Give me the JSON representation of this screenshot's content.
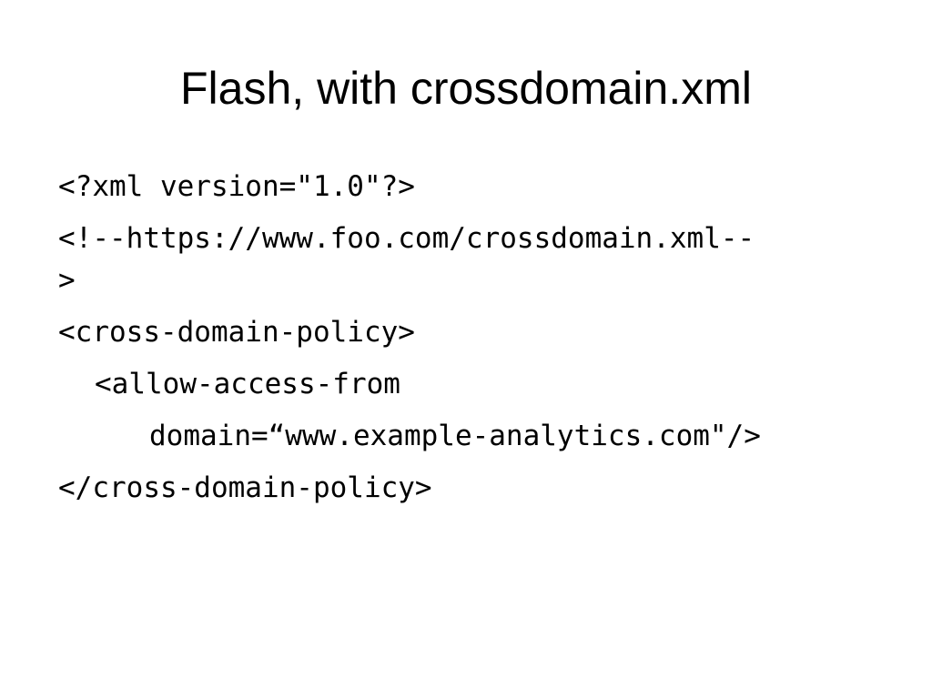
{
  "slide": {
    "title": "Flash, with crossdomain.xml",
    "lines": [
      "<?xml version=\"1.0\"?>",
      "<!--https://www.foo.com/crossdomain.xml--",
      ">",
      "<cross-domain-policy>",
      "<allow-access-from",
      "domain=“www.example-analytics.com\"/>",
      "</cross-domain-policy>"
    ]
  },
  "colors": {
    "background": "#ffffff",
    "text": "#000000"
  }
}
